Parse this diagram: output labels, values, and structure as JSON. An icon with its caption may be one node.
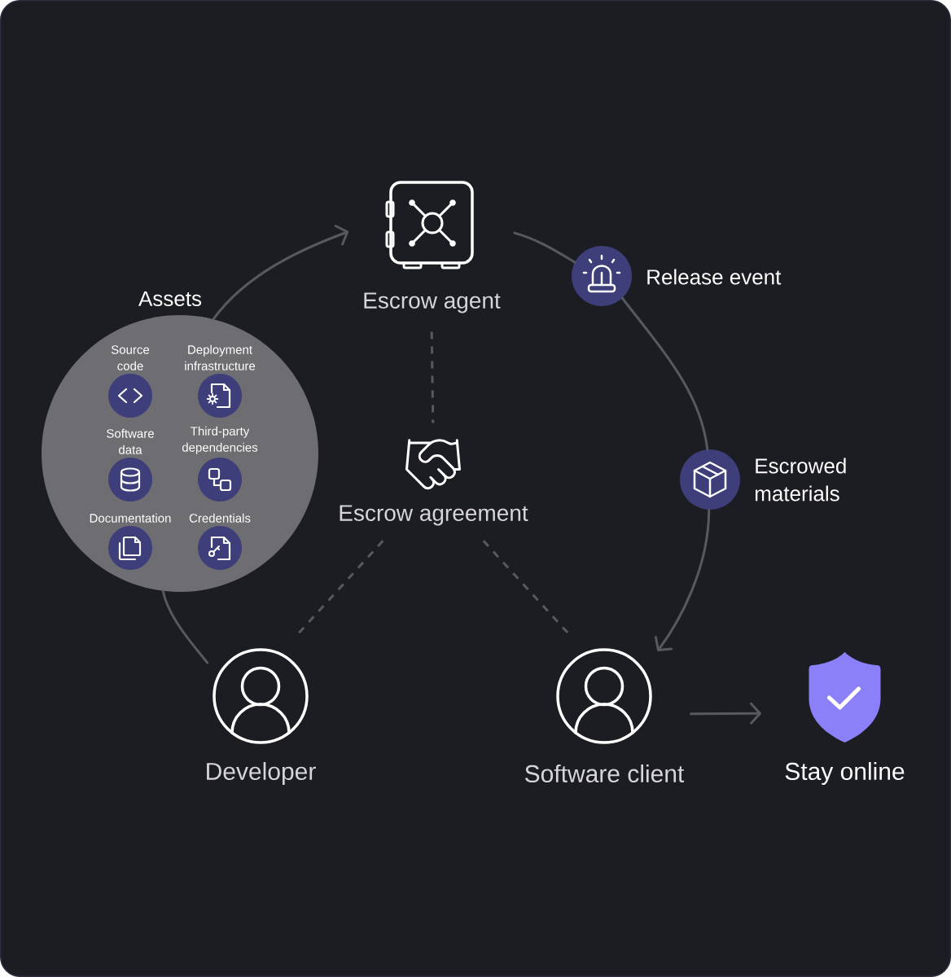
{
  "diagram": {
    "nodes": [
      {
        "text": [
          "Escrow agent"
        ]
      },
      {
        "text": [
          "Release event"
        ]
      },
      {
        "text": [
          "Assets"
        ]
      },
      {
        "text": [
          "Source code"
        ],
        "in": 2
      },
      {
        "text": [
          "Deployment infrastructure"
        ],
        "in": 2
      },
      {
        "text": [
          "Software data"
        ],
        "in": 2
      },
      {
        "text": [
          "Third-party dependencies"
        ],
        "in": 2
      },
      {
        "text": [
          "Documentation"
        ],
        "in": 2
      },
      {
        "text": [
          "Credentials"
        ],
        "in": 2
      },
      {
        "text": [
          "Escrow agreement"
        ]
      },
      {
        "text": [
          "Escrowed materials"
        ]
      },
      {
        "text": [
          "Developer"
        ]
      },
      {
        "text": [
          "Software client"
        ]
      },
      {
        "text": [
          "Stay online"
        ]
      }
    ],
    "edges": [
      {
        "from": 11,
        "to": 2,
        "arrow": "none"
      },
      {
        "from": 2,
        "to": 0,
        "arrow": "to"
      },
      {
        "from": 0,
        "to": 1,
        "arrow": "none"
      },
      {
        "from": 1,
        "to": 10,
        "arrow": "none"
      },
      {
        "from": 10,
        "to": 12,
        "arrow": "to"
      },
      {
        "from": 12,
        "to": 13,
        "arrow": "to"
      },
      {
        "from": 0,
        "to": 9,
        "arrow": "none",
        "style": "dashed"
      },
      {
        "from": 9,
        "to": 11,
        "arrow": "none",
        "style": "dashed"
      },
      {
        "from": 9,
        "to": 12,
        "arrow": "none",
        "style": "dashed"
      }
    ]
  }
}
